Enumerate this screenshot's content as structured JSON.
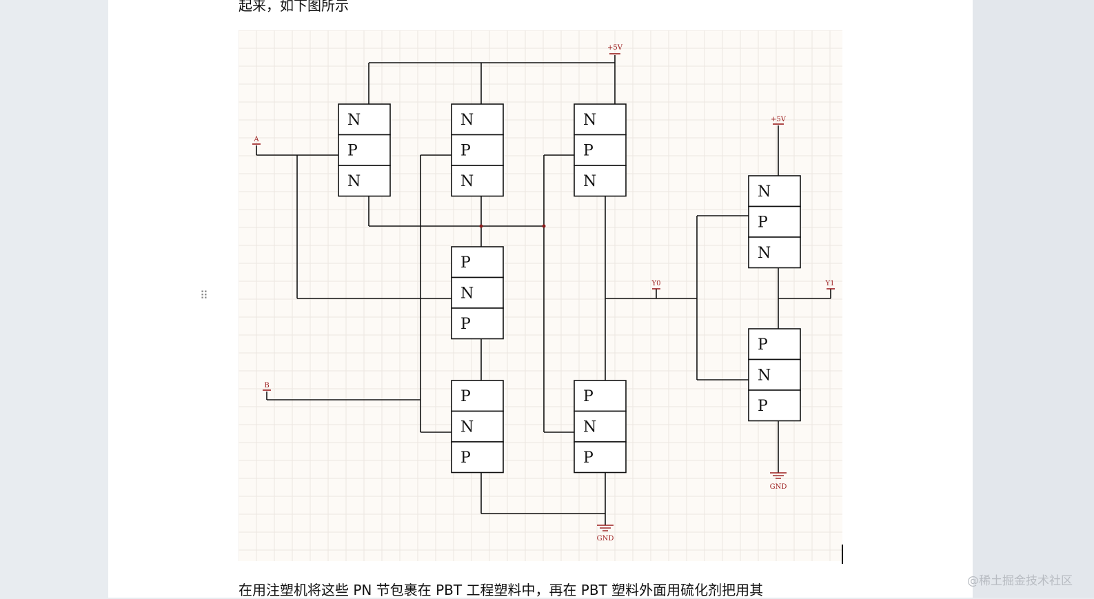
{
  "document": {
    "para_top": "起来，如下图所示",
    "para_bottom": "在用注塑机将这些 PN 节包裹在 PBT 工程塑料中，再在 PBT 塑料外面用硫化剂把用其"
  },
  "diagram": {
    "labels": {
      "vcc1": "+5V",
      "vcc2": "+5V",
      "a": "A",
      "b": "B",
      "y0": "Y0",
      "y1": "Y1",
      "gnd1": "GND",
      "gnd2": "GND"
    },
    "blocks": [
      [
        "N",
        "P",
        "N"
      ],
      [
        "N",
        "P",
        "N"
      ],
      [
        "N",
        "P",
        "N"
      ],
      [
        "P",
        "N",
        "P"
      ],
      [
        "P",
        "N",
        "P"
      ],
      [
        "P",
        "N",
        "P"
      ],
      [
        "N",
        "P",
        "N"
      ],
      [
        "P",
        "N",
        "P"
      ]
    ],
    "colors": {
      "wire": "#111111",
      "net_label": "#9b1c1c",
      "grid": "#ece6e0",
      "background": "#fdfaf6"
    }
  },
  "icons": {
    "drag_handle": "drag-handle-icon"
  },
  "watermark": "@稀土掘金技术社区"
}
